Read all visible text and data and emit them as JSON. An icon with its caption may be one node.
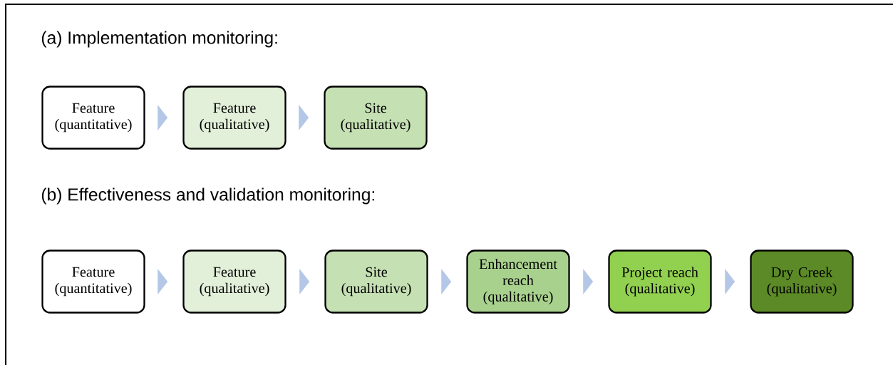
{
  "diagram": {
    "nodes": [
      {
        "text": [
          "Feature (quantitative)"
        ]
      },
      {
        "text": [
          "Feature (qualitative)"
        ]
      },
      {
        "text": [
          "Site (qualitative)"
        ]
      },
      {
        "text": [
          "Feature (quantitative)"
        ]
      },
      {
        "text": [
          "Feature (qualitative)"
        ]
      },
      {
        "text": [
          "Site (qualitative)"
        ]
      },
      {
        "text": [
          "Enhancement reach (qualitative)"
        ]
      },
      {
        "text": [
          "Project reach (qualitative)"
        ]
      },
      {
        "text": [
          "Dry Creek (qualitative)"
        ]
      }
    ],
    "edges": [
      {
        "from": 0,
        "to": 1,
        "arrow": "to"
      },
      {
        "from": 1,
        "to": 2,
        "arrow": "to"
      },
      {
        "from": 3,
        "to": 4,
        "arrow": "to"
      },
      {
        "from": 4,
        "to": 5,
        "arrow": "to"
      },
      {
        "from": 5,
        "to": 6,
        "arrow": "to"
      },
      {
        "from": 6,
        "to": 7,
        "arrow": "to"
      },
      {
        "from": 7,
        "to": 8,
        "arrow": "to"
      }
    ],
    "labels": [
      "(a) Implementation monitoring:",
      "(b) Effectiveness and validation monitoring:"
    ]
  }
}
